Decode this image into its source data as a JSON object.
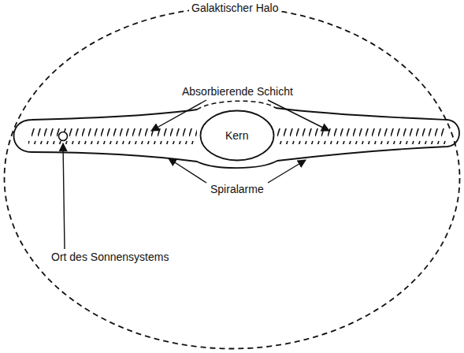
{
  "diagram": {
    "nodes": [
      {
        "text": [
          "Galaktischer Halo"
        ]
      },
      {
        "text": [
          "Kern"
        ],
        "in": 0
      }
    ],
    "labels": [
      "Absorbierende Schicht",
      "Spiralarme",
      "Ort des Sonnensystems"
    ]
  }
}
